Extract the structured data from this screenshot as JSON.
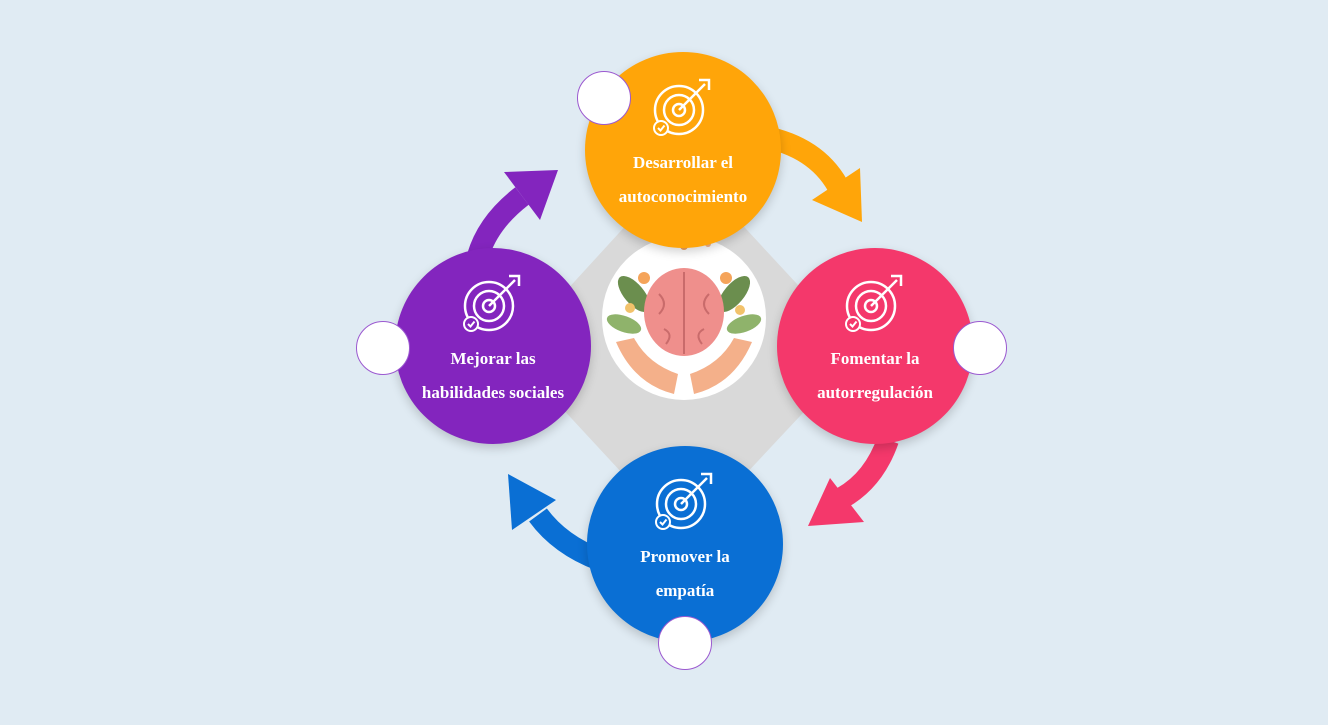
{
  "diagram": {
    "steps": [
      {
        "line1": "Desarrollar el",
        "line2": "autoconocimiento",
        "color": "#ffa509"
      },
      {
        "line1": "Fomentar la",
        "line2": "autorregulación",
        "color": "#f4386b"
      },
      {
        "line1": "Promover la",
        "line2": "empatía",
        "color": "#0a6fd4"
      },
      {
        "line1": "Mejorar las",
        "line2": "habilidades sociales",
        "color": "#8325be"
      }
    ],
    "center_illustration": "brain-in-hands-with-flowers",
    "step_icon": "target-arrow-icon",
    "badge_icon": "blank-circle"
  }
}
